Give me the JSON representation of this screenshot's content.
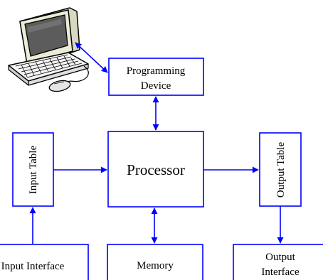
{
  "colors": {
    "box_stroke": "#0000ff",
    "arrow": "#0000ff",
    "text": "#000000",
    "monitor_body": "#ecebd6",
    "monitor_screen": "#5c5c5c",
    "keyboard_body": "#f4f4f4",
    "mouse_body": "#e6e6e6"
  },
  "icons": {
    "computer": "desktop-computer-icon"
  },
  "nodes": {
    "programming_device": {
      "line1": "Programming",
      "line2": "Device"
    },
    "processor": {
      "label": "Processor"
    },
    "input_table": {
      "label": "Input Table"
    },
    "output_table": {
      "label": "Output Table"
    },
    "input_interface": {
      "label": "Input Interface"
    },
    "memory": {
      "label": "Memory"
    },
    "output_interface": {
      "line1": "Output",
      "line2": "Interface"
    }
  }
}
